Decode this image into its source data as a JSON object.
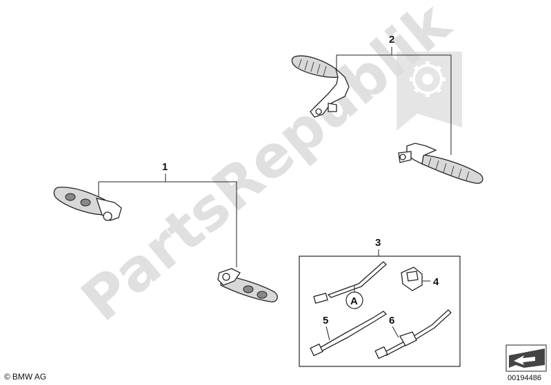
{
  "watermark": "PartsRepublik",
  "callouts": [
    "1",
    "2",
    "3",
    "4",
    "5",
    "6",
    "A"
  ],
  "footer": {
    "copyright_symbol": "©",
    "copyright": "BMW AG",
    "drawing_number": "00194486"
  },
  "icons": [
    "gear-icon",
    "arrow-icon"
  ]
}
